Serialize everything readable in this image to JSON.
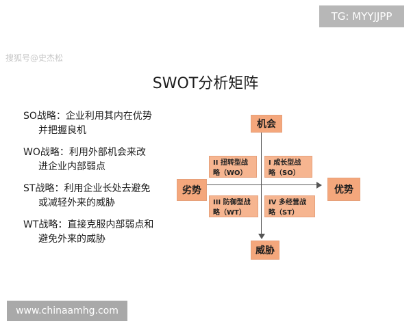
{
  "tag": "TG: MYYJJPP",
  "source": "搜狐号@史杰松",
  "title": "SWOT分析矩阵",
  "strategies": [
    {
      "line1": "SO战略：企业利用其内在优势",
      "line2": "并把握良机"
    },
    {
      "line1": "WO战略：利用外部机会来改",
      "line2": "进企业内部弱点"
    },
    {
      "line1": "ST战略：利用企业长处去避免",
      "line2": "或减轻外来的威胁"
    },
    {
      "line1": "WT战略：直接克服内部弱点和",
      "line2": "避免外来的威胁"
    }
  ],
  "matrix": {
    "top": "机会",
    "bottom": "威胁",
    "left": "劣势",
    "right": "优势",
    "quadrants": {
      "top_left": {
        "line1": "II 扭转型战",
        "line2": "略（WO）"
      },
      "top_right": {
        "line1": "I 成长型战",
        "line2": "略（SO）"
      },
      "bottom_left": {
        "line1": "III 防御型战",
        "line2": "略（WT）"
      },
      "bottom_right": {
        "line1": "IV 多经营战",
        "line2": "略（ST）"
      }
    }
  },
  "website": "www.chinaamhg.com",
  "colors": {
    "box_fill": "#f4a77c",
    "quad_fill": "#f6b590",
    "axis": "#555555"
  }
}
